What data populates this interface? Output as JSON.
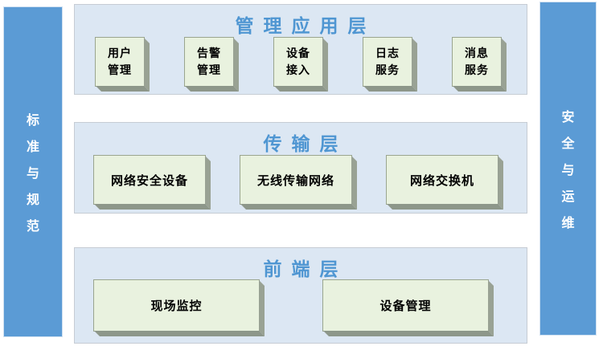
{
  "colors": {
    "sidebar_blue": "#5b9bd5",
    "sidebar_text": "#ffffff",
    "panel_bg": "#dce7f3",
    "panel_border": "#c6ccd4",
    "title_blue": "#4f96d2",
    "box_bg": "#e9f2df",
    "box_border": "#9aa58e",
    "box_side": "#99a294",
    "box_bottom_face": "#8d978a",
    "box_text": "#000000"
  },
  "sidebars": {
    "left": {
      "label": "标准与规范"
    },
    "right": {
      "label": "安全与运维"
    }
  },
  "layers": [
    {
      "title": "管理应用层",
      "boxes": [
        {
          "lines": [
            "用户",
            "管理"
          ]
        },
        {
          "lines": [
            "告警",
            "管理"
          ]
        },
        {
          "lines": [
            "设备",
            "接入"
          ]
        },
        {
          "lines": [
            "日志",
            "服务"
          ]
        },
        {
          "lines": [
            "消息",
            "服务"
          ]
        }
      ]
    },
    {
      "title": "传输层",
      "boxes": [
        {
          "label": "网络安全设备"
        },
        {
          "label": "无线传输网络"
        },
        {
          "label": "网络交换机"
        }
      ]
    },
    {
      "title": "前端层",
      "boxes": [
        {
          "label": "现场监控"
        },
        {
          "label": "设备管理"
        }
      ]
    }
  ]
}
